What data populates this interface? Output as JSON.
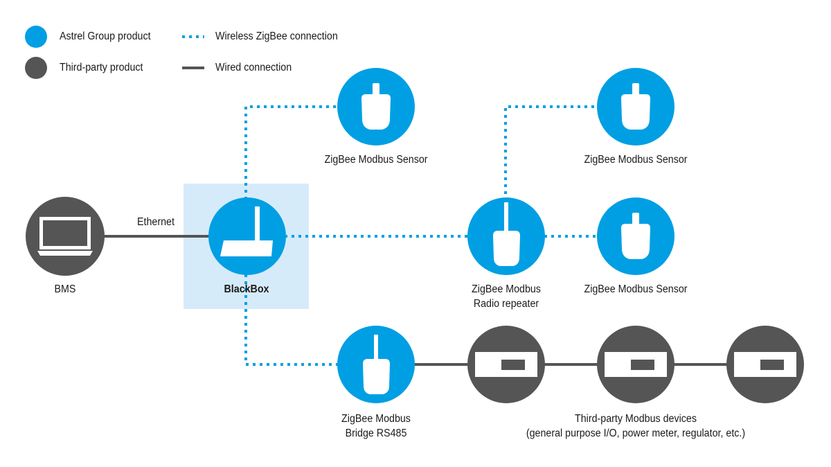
{
  "legend": {
    "astrel": "Astrel Group product",
    "third_party": "Third-party product",
    "wireless": "Wireless ZigBee connection",
    "wired": "Wired connection"
  },
  "labels": {
    "ethernet": "Ethernet",
    "bms": "BMS",
    "blackbox": "BlackBox",
    "sensor_top_left": "ZigBee Modbus Sensor",
    "sensor_top_right": "ZigBee Modbus Sensor",
    "sensor_mid_right": "ZigBee Modbus Sensor",
    "repeater_line1": "ZigBee Modbus",
    "repeater_line2": "Radio repeater",
    "bridge_line1": "ZigBee Modbus",
    "bridge_line2": "Bridge RS485",
    "third_party_line1": "Third-party Modbus devices",
    "third_party_line2": "(general purpose I/O, power meter, regulator, etc.)"
  },
  "colors": {
    "astrel_blue": "#009fe3",
    "third_party_gray": "#555555",
    "blackbox_highlight": "#d6ebfa",
    "icon_white": "#ffffff"
  },
  "icons": {
    "bms": "laptop-icon",
    "blackbox": "router-icon",
    "sensor": "sensor-icon",
    "repeater": "radio-repeater-icon",
    "bridge": "bridge-icon",
    "device": "modbus-device-icon"
  }
}
